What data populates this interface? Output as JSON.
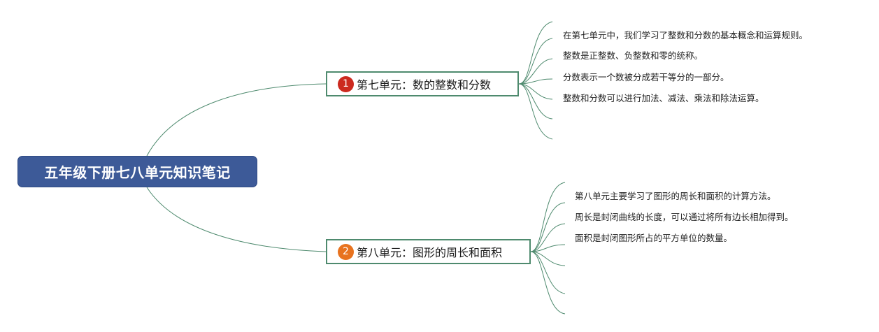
{
  "title": "五年级下册七八单元知识笔记",
  "colors": {
    "root_bg": "#3d5a98",
    "line": "#4e8a6e",
    "badge_1": "#cc2a1f",
    "badge_2": "#e8731f"
  },
  "branches": [
    {
      "number": "1",
      "label": "第七单元：数的整数和分数",
      "notes": [
        "在第七单元中，我们学习了整数和分数的基本概念和运算规则。",
        "整数是正整数、负整数和零的统称。",
        "分数表示一个数被分成若干等分的一部分。",
        "整数和分数可以进行加法、减法、乘法和除法运算。"
      ]
    },
    {
      "number": "2",
      "label": "第八单元：图形的周长和面积",
      "notes": [
        "第八单元主要学习了图形的周长和面积的计算方法。",
        "周长是封闭曲线的长度，可以通过将所有边长相加得到。",
        "面积是封闭图形所占的平方单位的数量。"
      ]
    }
  ]
}
